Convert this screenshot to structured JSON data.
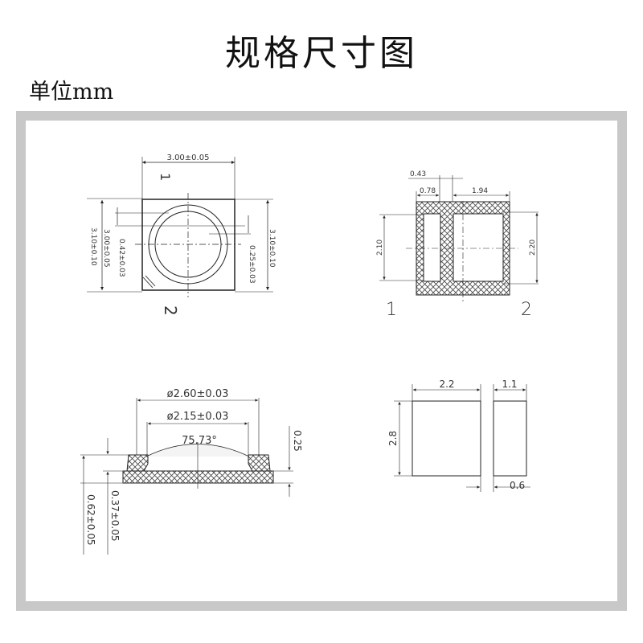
{
  "title": "规格尺寸图",
  "unit_label": "单位mm",
  "top_view": {
    "width_dim": "3.00±0.05",
    "height_dim_outer": "3.10±0.10",
    "height_dim_left_outer": "3.10±0.10",
    "height_dim_left": "3.00±0.05",
    "offset_dim": "0.42±0.03",
    "ring_dim": "0.25±0.03",
    "pin1": "1",
    "pin2": "2"
  },
  "bottom_view": {
    "dim_043": "0.43",
    "dim_078": "0.78",
    "dim_194": "1.94",
    "dim_210": "2.10",
    "dim_220": "2.20",
    "pin1": "1",
    "pin2": "2"
  },
  "side_view": {
    "outer_diameter": "ø2.60±0.03",
    "inner_diameter": "ø2.15±0.03",
    "angle": "75.73°",
    "dim_025": "0.25",
    "dim_037": "0.37±0.05",
    "dim_062": "0.62±0.05"
  },
  "pad_view": {
    "width": "2.2",
    "height": "2.8",
    "pad_width": "1.1",
    "gap": "0.6"
  }
}
